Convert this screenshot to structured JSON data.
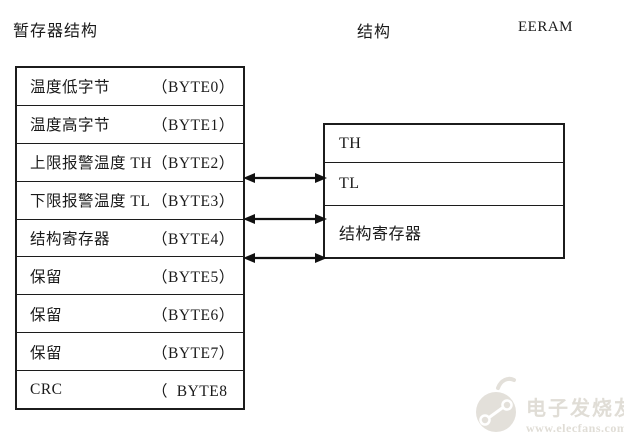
{
  "titles": {
    "left": "暂存器结构",
    "middle": "结构",
    "right": "EERAM"
  },
  "scratchpad": {
    "rows": [
      {
        "label": "温度低字节",
        "byte": "（BYTE0）"
      },
      {
        "label": "温度高字节",
        "byte": "（BYTE1）"
      },
      {
        "label": "上限报警温度 TH",
        "byte": "（BYTE2）"
      },
      {
        "label": "下限报警温度 TL",
        "byte": "（BYTE3）"
      },
      {
        "label": "结构寄存器",
        "byte": "（BYTE4）"
      },
      {
        "label": "保留",
        "byte": "（BYTE5）"
      },
      {
        "label": "保留",
        "byte": "（BYTE6）"
      },
      {
        "label": "保留",
        "byte": "（BYTE7）"
      },
      {
        "label": "CRC",
        "byte": "（  BYTE8"
      }
    ]
  },
  "eeram": {
    "rows": [
      {
        "label": "TH"
      },
      {
        "label": "TL"
      },
      {
        "label": "结构寄存器"
      }
    ]
  },
  "arrows": {
    "style": "double-headed",
    "count": 3,
    "links": [
      {
        "from": "上限报警温度 TH（BYTE2）",
        "to": "TH"
      },
      {
        "from": "下限报警温度 TL（BYTE3）",
        "to": "TL"
      },
      {
        "from": "结构寄存器（BYTE4）",
        "to": "结构寄存器"
      }
    ]
  },
  "watermark": {
    "brand": "电子发烧友",
    "url": "www.elecfans.com",
    "color": "#e0ddd6"
  },
  "colors": {
    "background": "#ffffff",
    "border": "#1c1c1c",
    "text": "#1a1a1a"
  }
}
